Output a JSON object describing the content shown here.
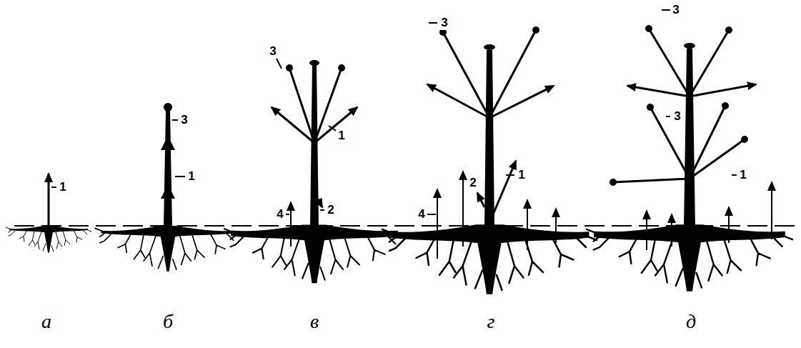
{
  "diagram": {
    "labels": [
      "1",
      "3",
      "1",
      "3",
      "1",
      "4",
      "2",
      "3",
      "2",
      "1",
      "4",
      "3",
      "3",
      "1",
      "а",
      "б",
      "в",
      "г",
      "д"
    ]
  }
}
